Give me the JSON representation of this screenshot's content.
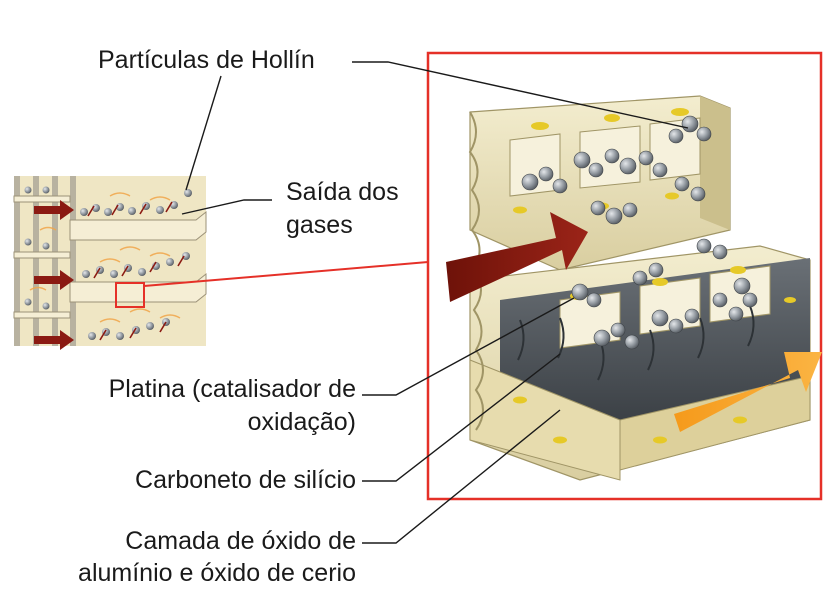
{
  "labels": {
    "soot": "Partículas de Hollín",
    "gas_out_1": "Saída dos",
    "gas_out_2": "gases",
    "platinum_1": "Platina (catalisador de",
    "platinum_2": "oxidação)",
    "silicon_carbide": "Carboneto de silício",
    "oxide_1": "Camada de óxido de",
    "oxide_2": "alumínio e óxido de cerio"
  },
  "colors": {
    "frame": "#e53028",
    "inlet_arrow": "#8b1a12",
    "outlet_arrow": "#f7a023",
    "substrate": "#ece4bd",
    "substrate_shadow": "#c9bd8a",
    "wall": "#4b5157",
    "soot": "#8e959c",
    "platinum": "#e6c928",
    "leader": "#1a1a1a"
  },
  "icons": {
    "inlet": "red-arrow-icon",
    "outlet": "orange-arrow-icon",
    "soot": "soot-particle-icon"
  }
}
